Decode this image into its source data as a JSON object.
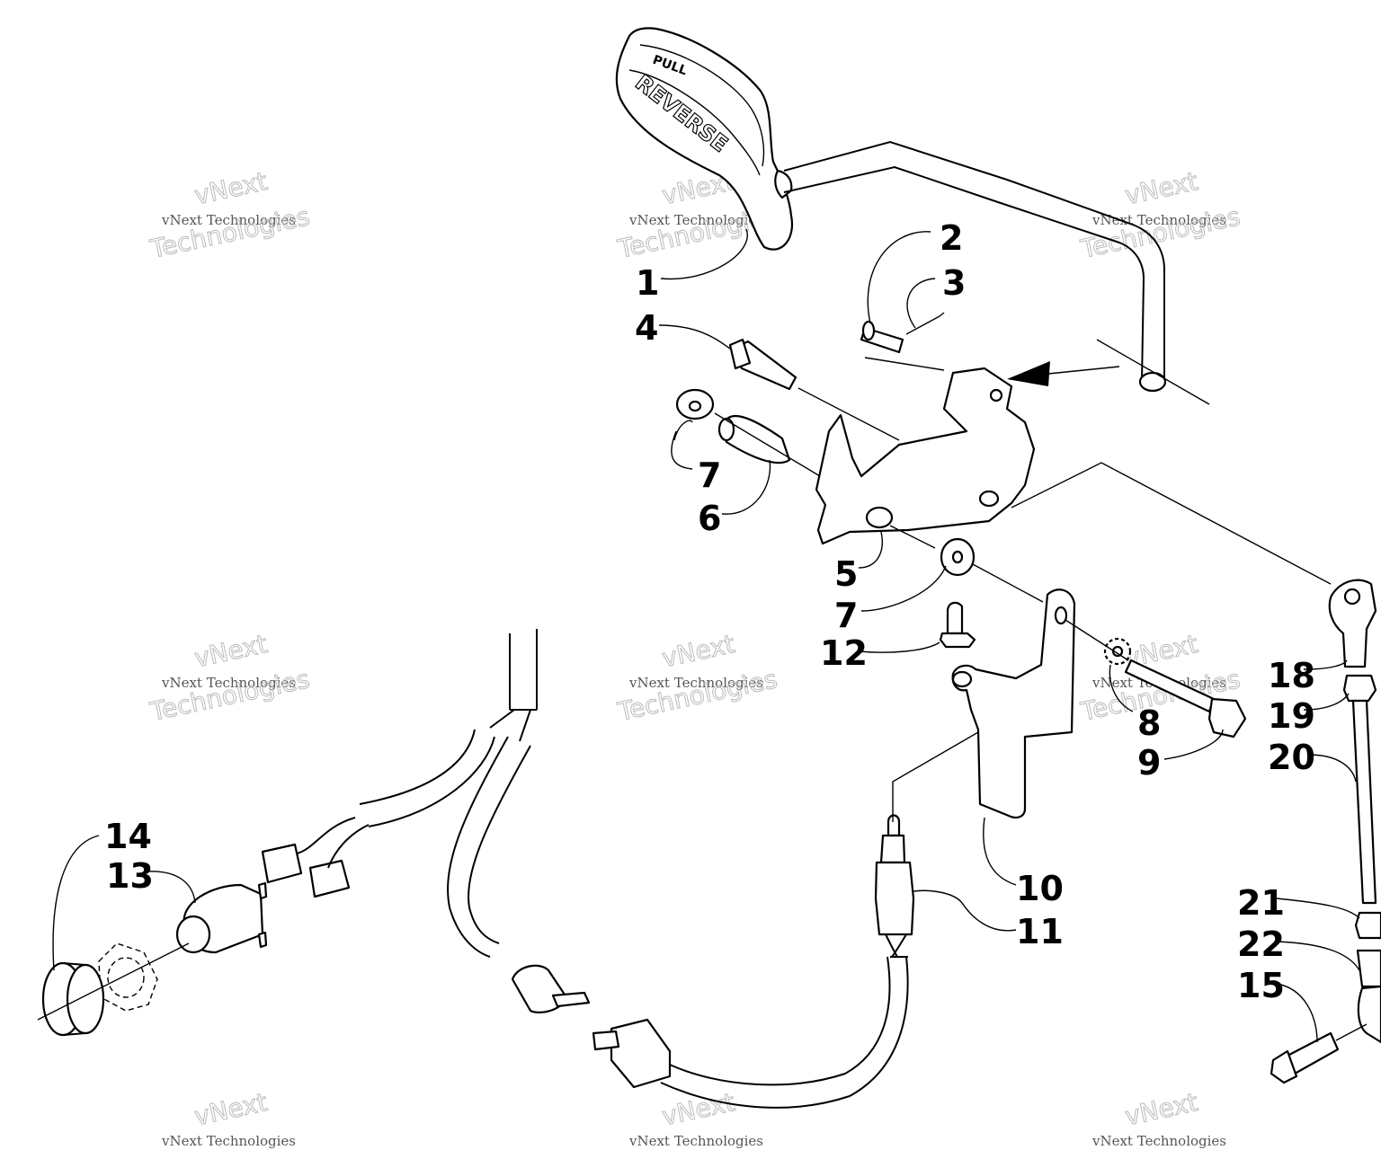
{
  "callouts": [
    {
      "id": "1",
      "text": "1"
    },
    {
      "id": "2",
      "text": "2"
    },
    {
      "id": "3",
      "text": "3"
    },
    {
      "id": "4",
      "text": "4"
    },
    {
      "id": "5",
      "text": "5"
    },
    {
      "id": "6",
      "text": "6"
    },
    {
      "id": "7a",
      "text": "7"
    },
    {
      "id": "7b",
      "text": "7"
    },
    {
      "id": "8",
      "text": "8"
    },
    {
      "id": "9",
      "text": "9"
    },
    {
      "id": "10",
      "text": "10"
    },
    {
      "id": "11",
      "text": "11"
    },
    {
      "id": "12",
      "text": "12"
    },
    {
      "id": "13",
      "text": "13"
    },
    {
      "id": "14",
      "text": "14"
    },
    {
      "id": "15",
      "text": "15"
    },
    {
      "id": "18",
      "text": "18"
    },
    {
      "id": "19",
      "text": "19"
    },
    {
      "id": "20",
      "text": "20"
    },
    {
      "id": "21",
      "text": "21"
    },
    {
      "id": "22",
      "text": "22"
    }
  ],
  "handle_text": {
    "line1": "PULL",
    "line2": "REVERSE"
  },
  "watermark": {
    "line1": "vNext",
    "line2": "vNext Technologies",
    "line3": "Technologies"
  }
}
